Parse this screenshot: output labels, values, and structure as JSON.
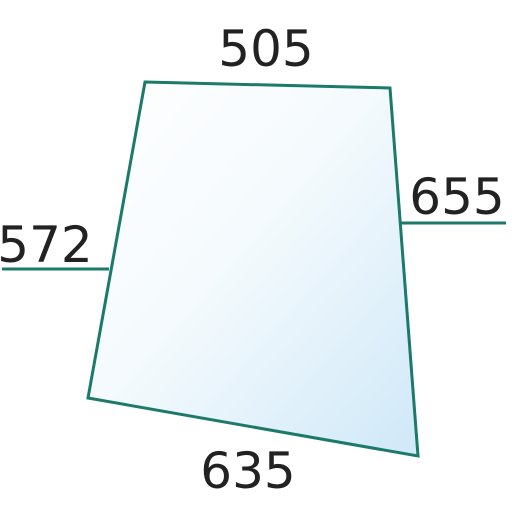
{
  "diagram": {
    "type": "glass-panel-dimensions",
    "shape": "trapezoid",
    "colors": {
      "outline": "#1b7a6a",
      "fill_light": "#ffffff",
      "fill_dark": "#cfe8f8",
      "text": "#222222"
    },
    "dimensions": {
      "top": "505",
      "left": "572",
      "right": "655",
      "bottom": "635"
    }
  }
}
